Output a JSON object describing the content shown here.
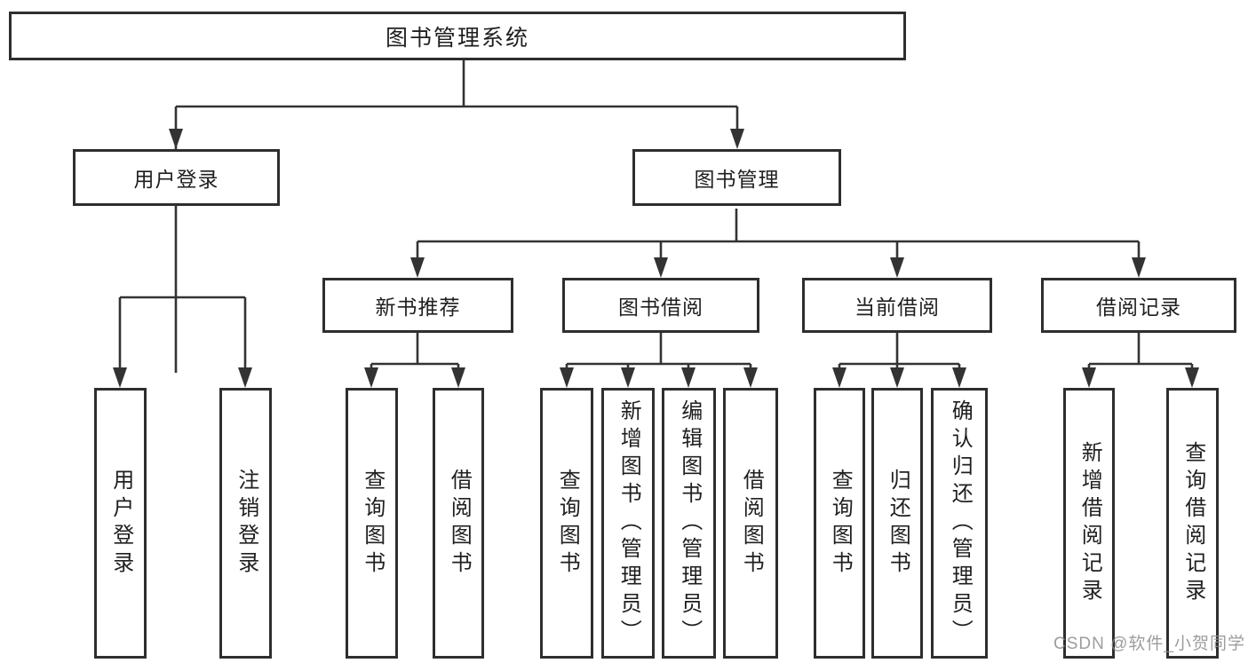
{
  "diagram": {
    "type": "tree",
    "root": {
      "label": "图书管理系统"
    },
    "branches": [
      {
        "label": "用户登录",
        "children": [
          "用户登录",
          "注销登录"
        ]
      },
      {
        "label": "图书管理",
        "groups": [
          {
            "label": "新书推荐",
            "children": [
              "查询图书",
              "借阅图书"
            ]
          },
          {
            "label": "图书借阅",
            "children": [
              "查询图书",
              "新增图书（管理员）",
              "编辑图书（管理员）",
              "借阅图书"
            ]
          },
          {
            "label": "当前借阅",
            "children": [
              "查询图书",
              "归还图书",
              "确认归还（管理员）"
            ]
          },
          {
            "label": "借阅记录",
            "children": [
              "新增借阅记录",
              "查询借阅记录"
            ]
          }
        ]
      }
    ],
    "colors": {
      "line": "#333333",
      "box_border": "#2e2e2e",
      "text": "#1f1f1f",
      "watermark": "#8c8c8c",
      "background": "#ffffff"
    }
  },
  "watermark": {
    "text": "CSDN @软件_小贺同学"
  }
}
